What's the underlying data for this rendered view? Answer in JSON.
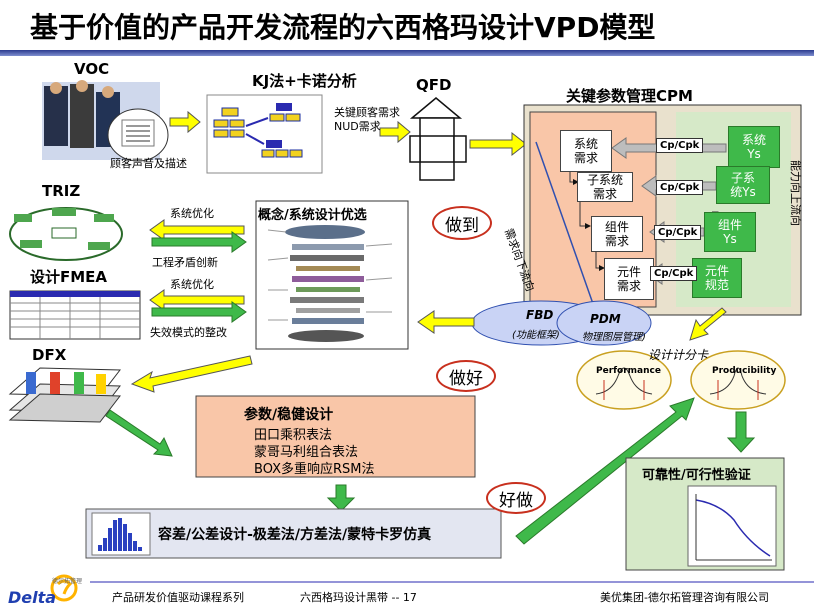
{
  "title": "基于价值的产品开发流程的六西格玛设计VPD模型",
  "voc": {
    "label": "VOC",
    "caption": "顾客声音及描述"
  },
  "kj": {
    "label": "KJ法+卡诺分析",
    "needs_line1": "关键顾客需求",
    "needs_line2": "NUD需求"
  },
  "qfd": {
    "label": "QFD"
  },
  "cpm": {
    "label": "关键参数管理CPM",
    "down_flow": "需求向下流向",
    "up_flow": "能力向上流向",
    "white_boxes": [
      "系统\n需求",
      "子系统\n需求",
      "组件\n需求",
      "元件\n需求"
    ],
    "green_boxes": [
      "系统\nYs",
      "子系\n统Ys",
      "组件\nYs",
      "元件\n规范"
    ],
    "cpk_label": "Cp/Cpk"
  },
  "triz": {
    "label": "TRIZ",
    "fmea_label": "设计FMEA"
  },
  "arrows_text": {
    "sys_opt_1": "系统优化",
    "eng_conflict": "工程矛盾创新",
    "sys_opt_2": "系统优化",
    "failure_mode": "失效模式的整改"
  },
  "concept": {
    "label": "概念/系统设计优选"
  },
  "badges": {
    "do_right": "做到",
    "do_well": "做好",
    "do_good": "好做"
  },
  "fbd": {
    "title": "FBD",
    "sub": "(功能框架)"
  },
  "pdm": {
    "title": "PDM",
    "sub": "物理图层管理)"
  },
  "scorecard": {
    "label": "设计计分卡",
    "performance": "Performance",
    "producibility": "Producibility"
  },
  "dfx": {
    "label": "DFX"
  },
  "robust": {
    "title": "参数/稳健设计",
    "items": [
      "田口乘积表法",
      "蒙哥马利组合表法",
      "BOX多重响应RSM法"
    ]
  },
  "tolerance": {
    "label": "容差/公差设计-极差法/方差法/蒙特卡罗仿真"
  },
  "verify": {
    "label": "可靠性/可行性验证"
  },
  "footer": {
    "logo": "Delta",
    "logo_sub": "德尔拓管理",
    "series": "产品研发价值驱动课程系列",
    "page": "六西格玛设计黑带 -- 17",
    "company": "美优集团-德尔拓管理咨询有限公司"
  },
  "colors": {
    "peach": "#f9c6a8",
    "green": "#3fb94a",
    "yellow": "#ffff00",
    "blue_oval": "#c9d3f5",
    "cpm_frame": "#e9e1cd"
  }
}
